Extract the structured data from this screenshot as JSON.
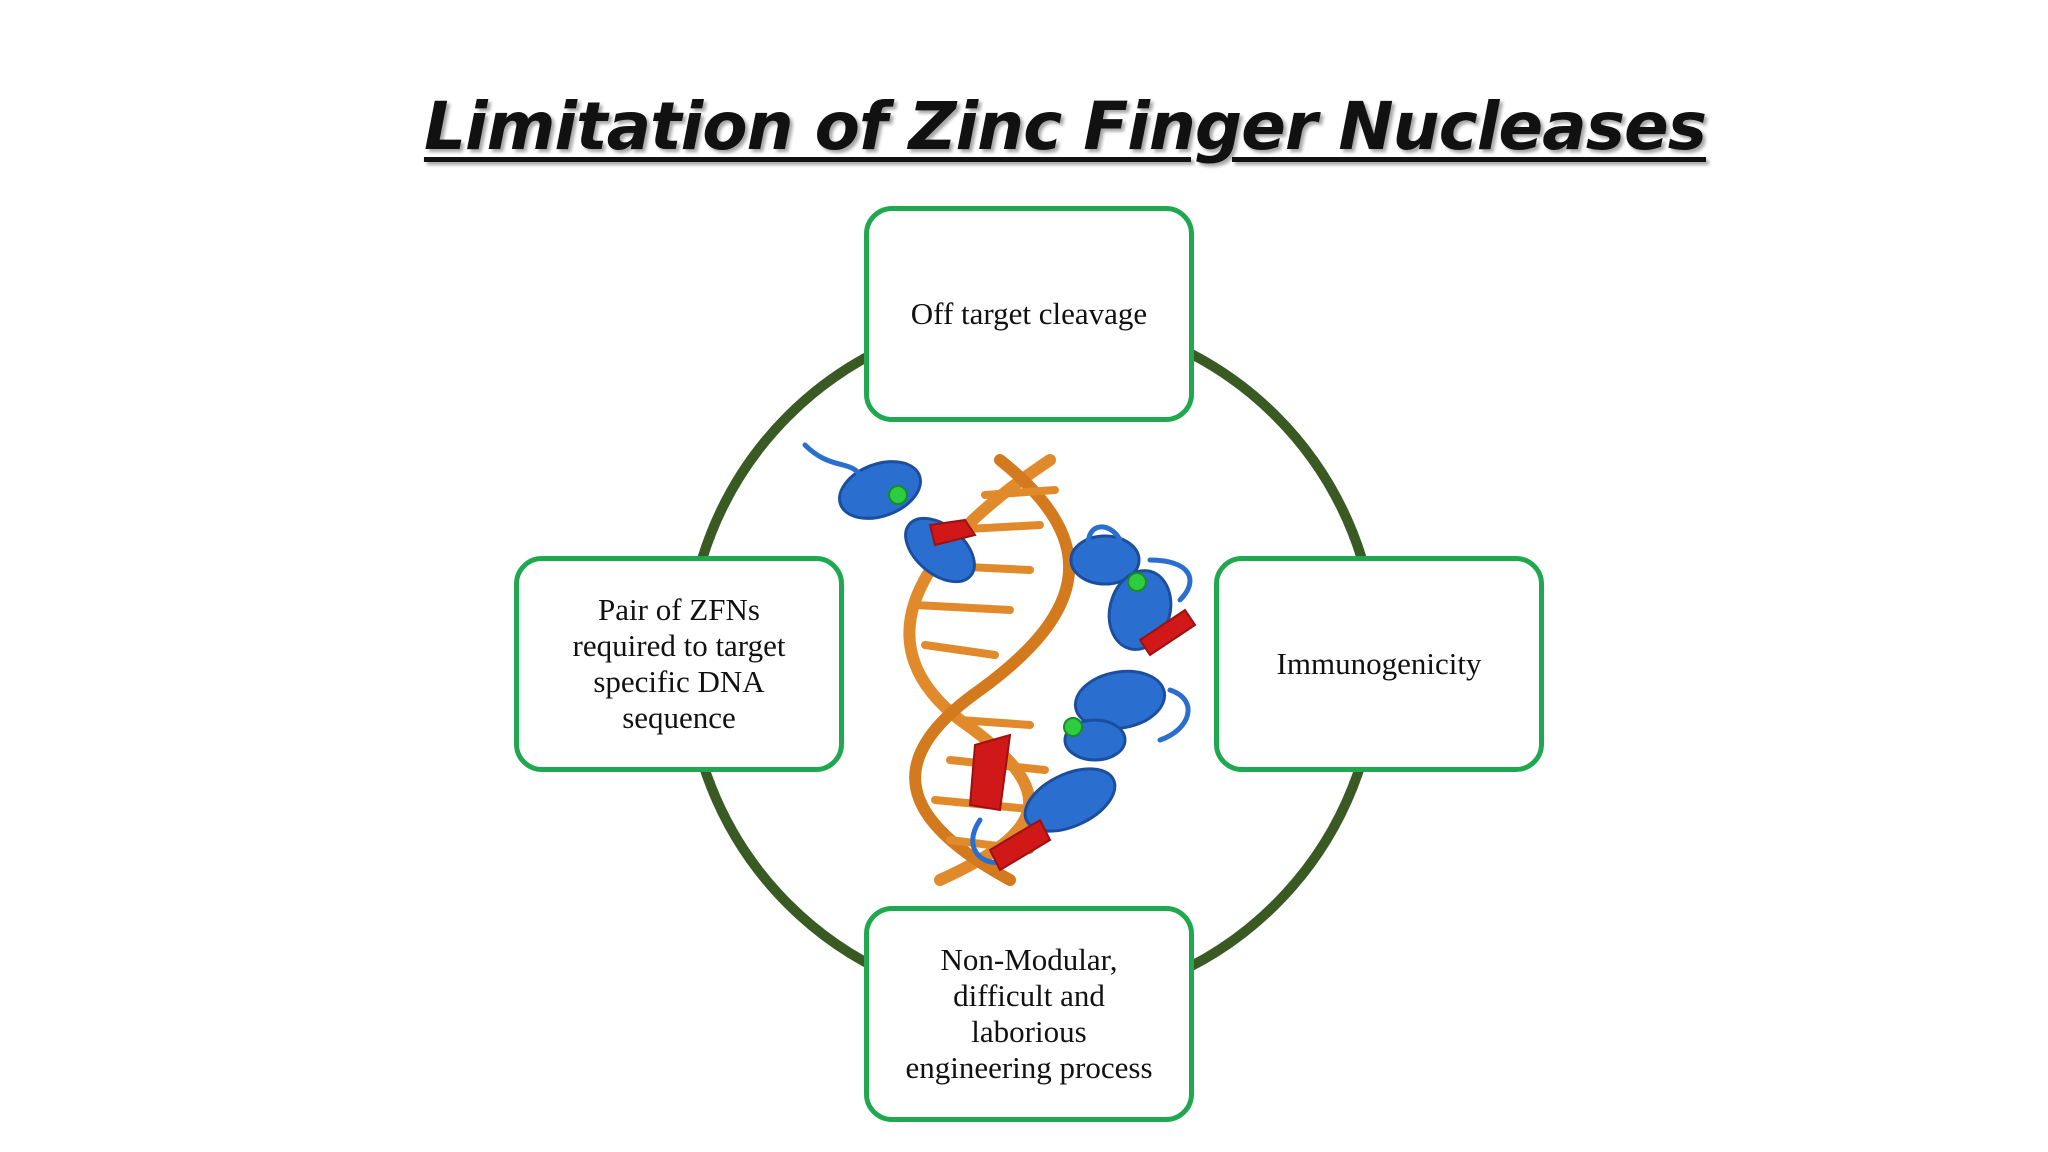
{
  "title": "Limitation of Zinc Finger Nucleases",
  "boxes": {
    "top": "Off target cleavage",
    "left": "Pair of ZFNs\nrequired to target\nspecific DNA\nsequence",
    "right": "Immunogenicity",
    "bottom": "Non-Modular,\ndifficult and\nlaborious\nengineering process"
  },
  "colors": {
    "ring": "#3a5a24",
    "box_border": "#1fa84f",
    "dna": "#e08a2c",
    "helix": "#2a6fd0",
    "strand": "#d01818",
    "zinc": "#2ecc40"
  }
}
